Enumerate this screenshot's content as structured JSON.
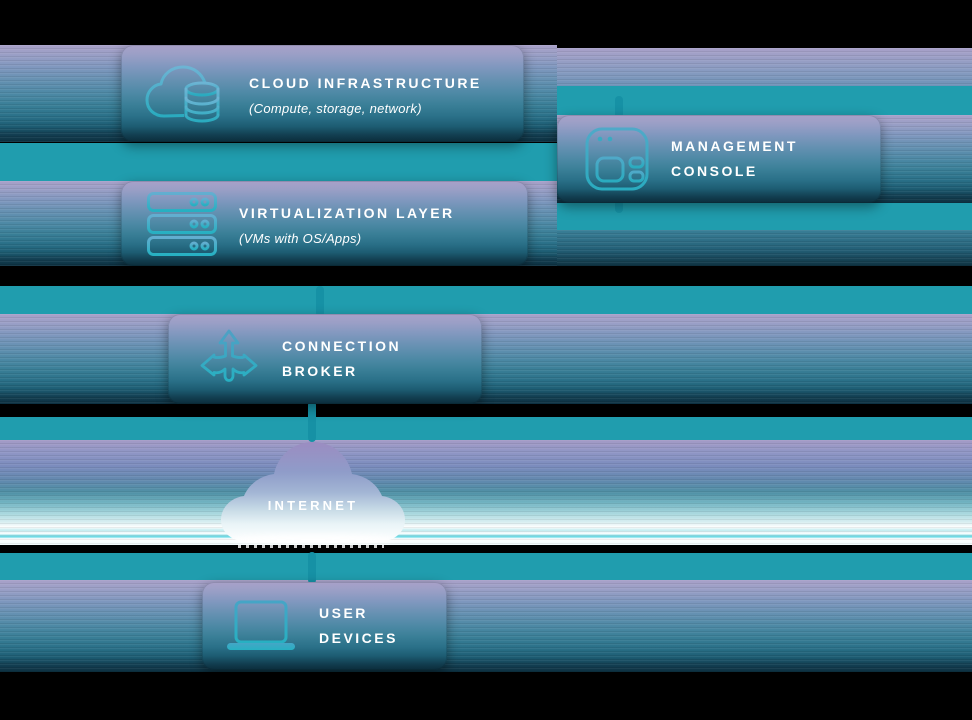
{
  "canvas": {
    "background": "#000000"
  },
  "colors": {
    "gradient_top_lavender": "#a9a1c9",
    "gradient_bottom_teal": "#0d3040",
    "teal_band": "#209dae",
    "connector": "#1691a5",
    "icon_stroke": "#2fabc1",
    "text": "#ffffff",
    "internet_cloud_top": "#9b8cc1",
    "internet_cloud_bottom": "#ffffff"
  },
  "nodes": {
    "cloud_infrastructure": {
      "title": "CLOUD INFRASTRUCTURE",
      "subtitle": "(Compute, storage, network)",
      "icon": "cloud-database-icon"
    },
    "management_console": {
      "title": "MANAGEMENT CONSOLE",
      "icon": "app-window-icon"
    },
    "virtualization_layer": {
      "title": "VIRTUALIZATION LAYER",
      "subtitle": "(VMs with OS/Apps)",
      "icon": "server-stack-icon"
    },
    "connection_broker": {
      "title": "CONNECTION BROKER",
      "icon": "three-way-arrow-icon"
    },
    "internet": {
      "title": "INTERNET",
      "icon": "cloud-shape"
    },
    "user_devices": {
      "title": "USER DEVICES",
      "icon": "laptop-icon"
    }
  }
}
